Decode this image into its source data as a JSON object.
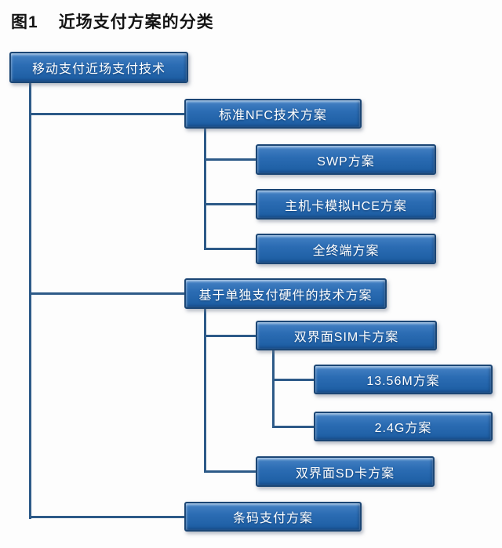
{
  "header": {
    "figure_label": "图1",
    "title": "近场支付方案的分类"
  },
  "diagram": {
    "type": "tree",
    "colors": {
      "node_fill": "#2b6cb3",
      "node_fill_highlight": "#6c9fd4",
      "node_border": "#1b4675",
      "node_text": "#ffffff",
      "connector": "#2d5a88",
      "title_text": "#141414",
      "background": "#fdfdfd"
    },
    "nodes": {
      "root": {
        "label": "移动支付近场支付技术",
        "level": 0,
        "parent": null
      },
      "nfc": {
        "label": "标准NFC技术方案",
        "level": 1,
        "parent": "root"
      },
      "swp": {
        "label": "SWP方案",
        "level": 2,
        "parent": "nfc"
      },
      "hce": {
        "label": "主机卡模拟HCE方案",
        "level": 2,
        "parent": "nfc"
      },
      "terminal": {
        "label": "全终端方案",
        "level": 2,
        "parent": "nfc"
      },
      "hardware": {
        "label": "基于单独支付硬件的技术方案",
        "level": 1,
        "parent": "root"
      },
      "sim": {
        "label": "双界面SIM卡方案",
        "level": 2,
        "parent": "hardware"
      },
      "m1356": {
        "label": "13.56M方案",
        "level": 3,
        "parent": "sim"
      },
      "g24": {
        "label": "2.4G方案",
        "level": 3,
        "parent": "sim"
      },
      "sd": {
        "label": "双界面SD卡方案",
        "level": 2,
        "parent": "hardware"
      },
      "barcode": {
        "label": "条码支付方案",
        "level": 1,
        "parent": "root"
      }
    }
  }
}
